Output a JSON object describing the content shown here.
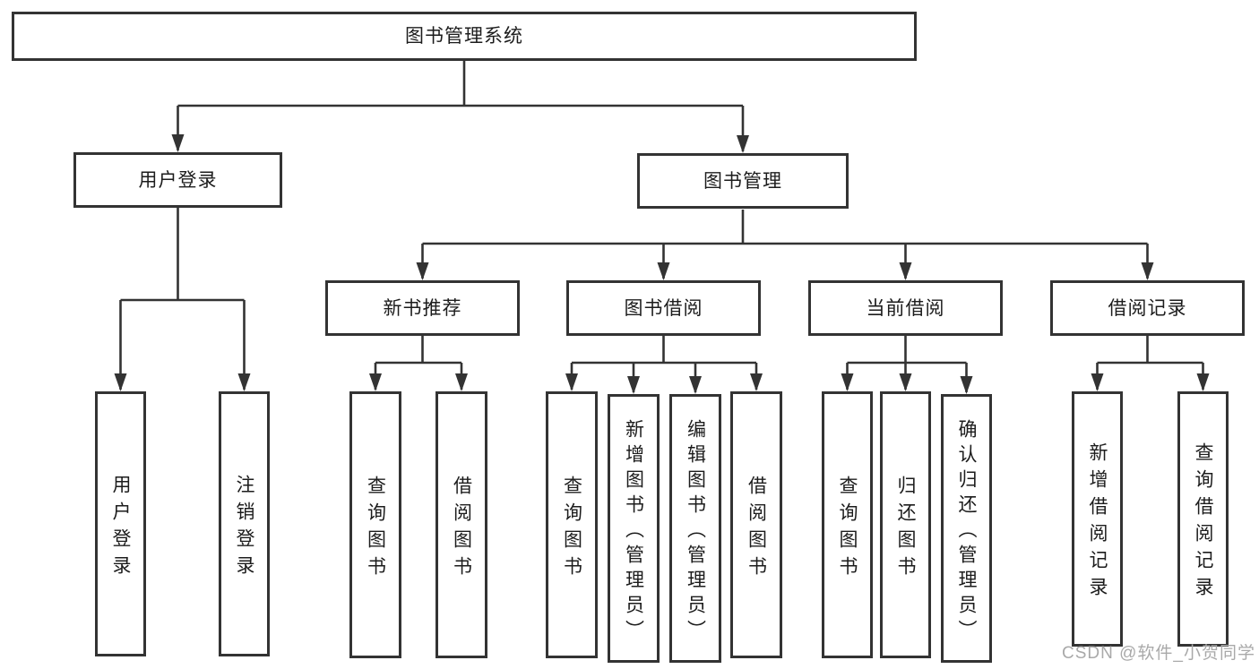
{
  "tree": {
    "label": "图书管理系统",
    "children": [
      {
        "label": "用户登录",
        "children": [
          {
            "label": "用户登录"
          },
          {
            "label": "注销登录"
          }
        ]
      },
      {
        "label": "图书管理",
        "children": [
          {
            "label": "新书推荐",
            "children": [
              {
                "label": "查询图书"
              },
              {
                "label": "借阅图书"
              }
            ]
          },
          {
            "label": "图书借阅",
            "children": [
              {
                "label": "查询图书"
              },
              {
                "label": "新增图书（管理员）"
              },
              {
                "label": "编辑图书（管理员）"
              },
              {
                "label": "借阅图书"
              }
            ]
          },
          {
            "label": "当前借阅",
            "children": [
              {
                "label": "查询图书"
              },
              {
                "label": "归还图书"
              },
              {
                "label": "确认归还（管理员）"
              }
            ]
          },
          {
            "label": "借阅记录",
            "children": [
              {
                "label": "新增借阅记录"
              },
              {
                "label": "查询借阅记录"
              }
            ]
          }
        ]
      }
    ]
  },
  "watermark": "CSDN @软件_小贺同学",
  "colors": {
    "line": "#333333",
    "text": "#1c1c1c",
    "background": "#ffffff",
    "watermark": "#a9a9a9"
  }
}
